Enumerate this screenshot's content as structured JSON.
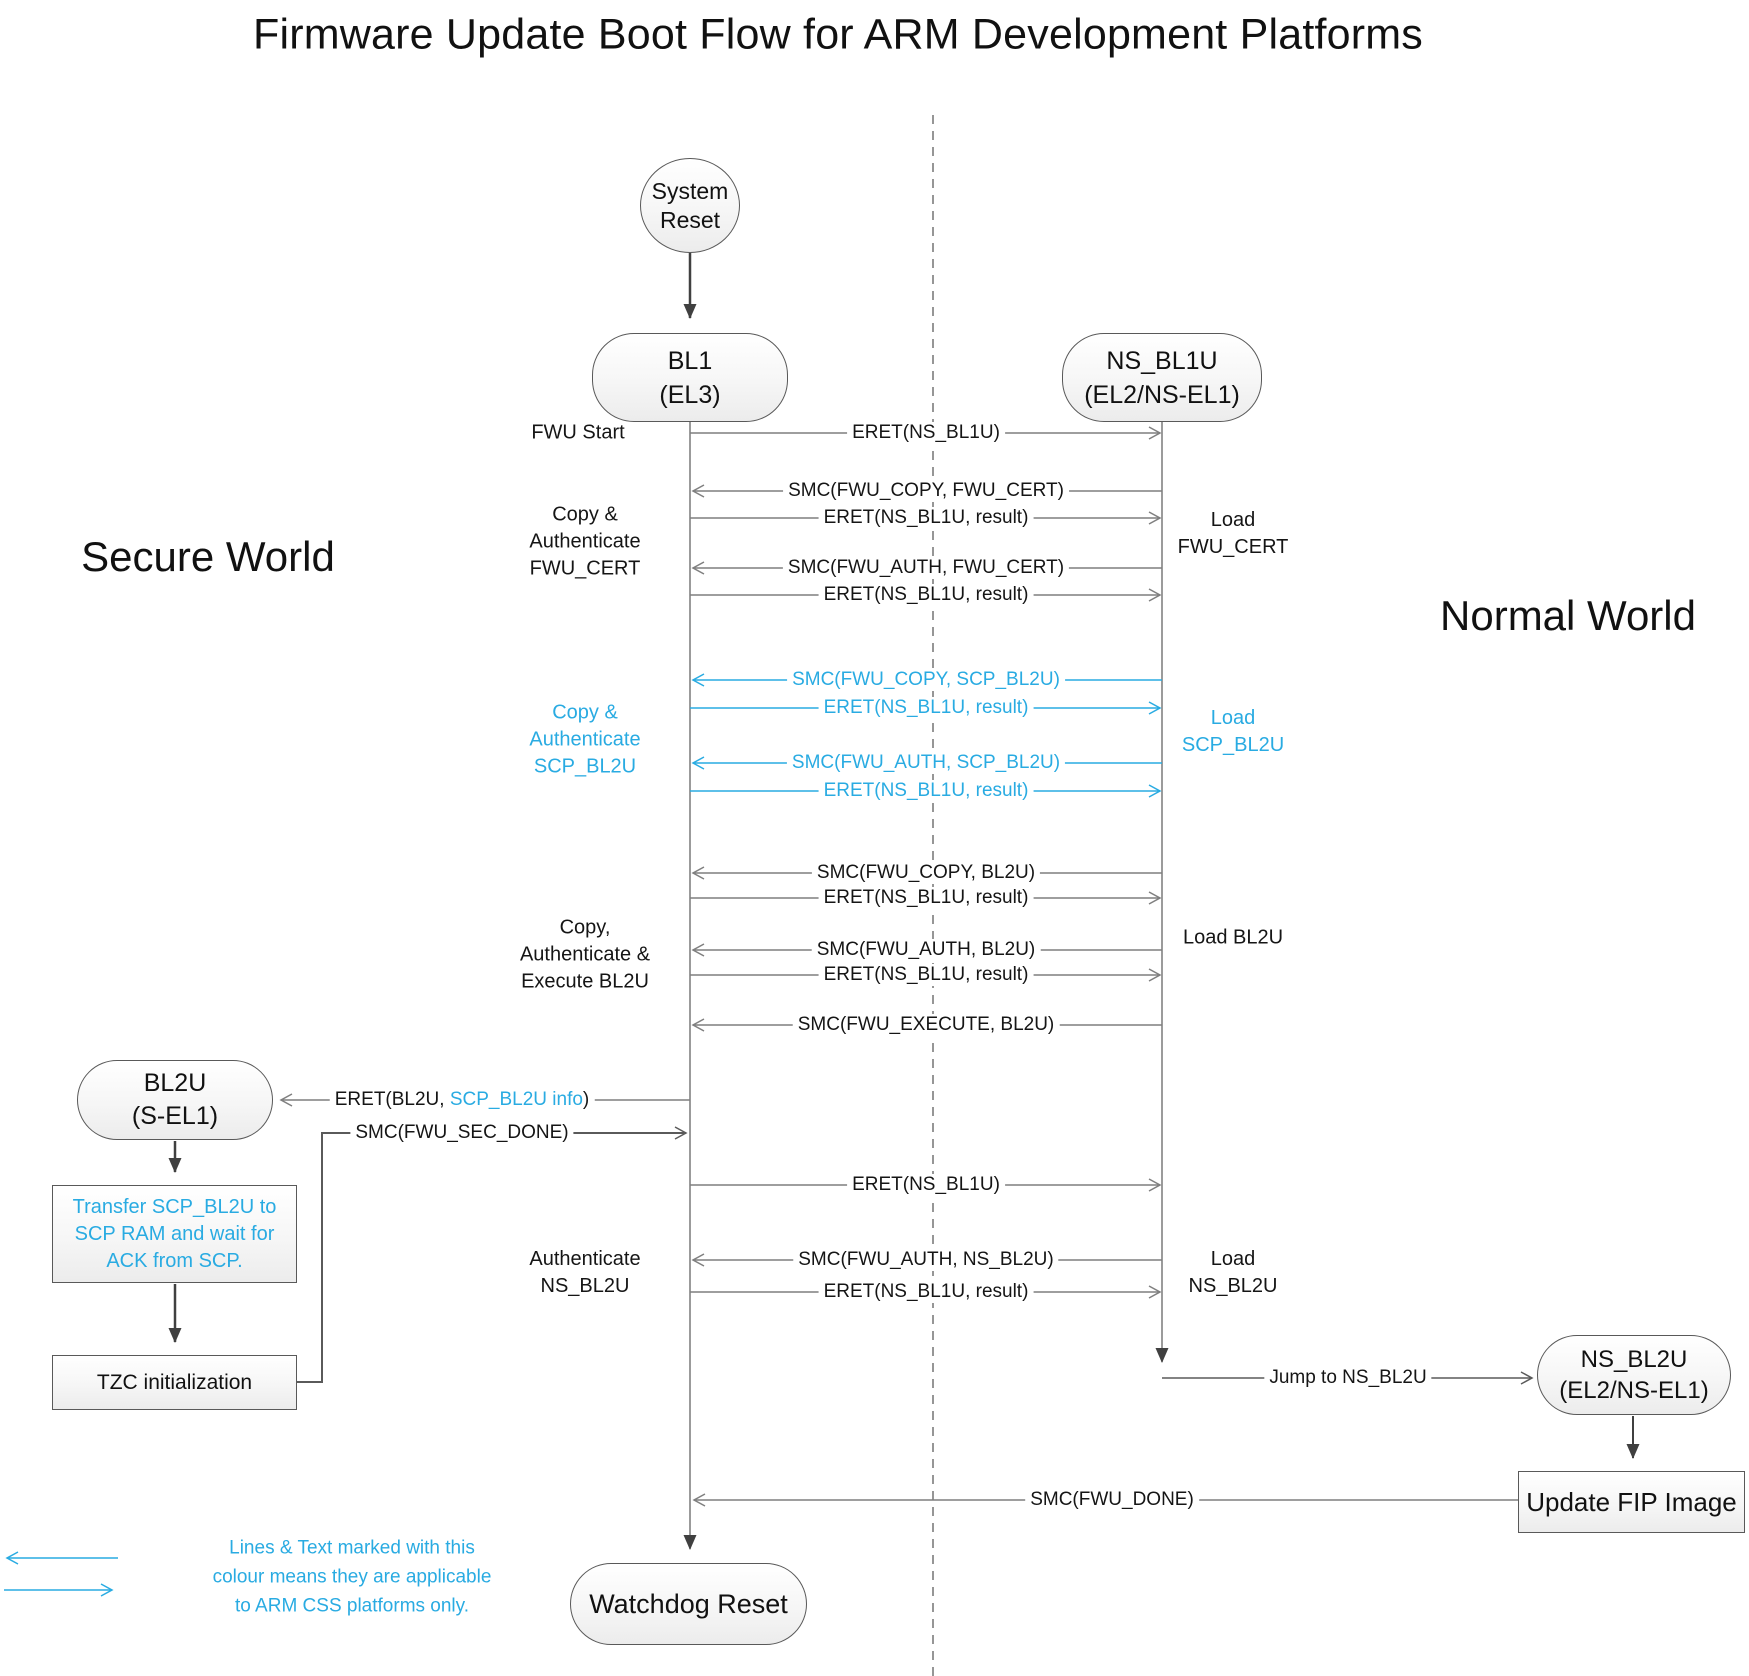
{
  "title": "Firmware Update Boot Flow for ARM Development Platforms",
  "colors": {
    "css_cyan": "#29abe2",
    "line_gray": "#7f7f7f",
    "node_border": "#595959"
  },
  "worlds": {
    "secure_line1": "Secure",
    "secure_line2": "World",
    "normal_line1": "Normal",
    "normal_line2": "World"
  },
  "nodes": {
    "system_reset": {
      "line1": "System",
      "line2": "Reset"
    },
    "bl1": {
      "line1": "BL1",
      "line2": "(EL3)"
    },
    "ns_bl1u": {
      "line1": "NS_BL1U",
      "line2": "(EL2/NS-EL1)"
    },
    "bl2u": {
      "line1": "BL2U",
      "line2": "(S-EL1)"
    },
    "transfer_scp": {
      "line1": "Transfer SCP_BL2U to",
      "line2": "SCP RAM and wait for",
      "line3": "ACK from SCP."
    },
    "tzc": {
      "label": "TZC initialization"
    },
    "ns_bl2u": {
      "line1": "NS_BL2U",
      "line2": "(EL2/NS-EL1)"
    },
    "update_fip": {
      "label": "Update FIP Image"
    },
    "watchdog": {
      "label": "Watchdog Reset"
    }
  },
  "side_labels": {
    "fwu_start": "FWU Start",
    "copy_auth_fwu_cert": {
      "line1": "Copy &",
      "line2": "Authenticate",
      "line3": "FWU_CERT"
    },
    "copy_auth_scp_bl2u": {
      "line1": "Copy &",
      "line2": "Authenticate",
      "line3": "SCP_BL2U"
    },
    "copy_auth_exec_bl2u": {
      "line1": "Copy,",
      "line2": "Authenticate &",
      "line3": "Execute BL2U"
    },
    "auth_ns_bl2u": {
      "line1": "Authenticate",
      "line2": "NS_BL2U"
    },
    "load_fwu_cert": {
      "line1": "Load",
      "line2": "FWU_CERT"
    },
    "load_scp_bl2u": {
      "line1": "Load",
      "line2": "SCP_BL2U"
    },
    "load_bl2u": "Load BL2U",
    "load_ns_bl2u": {
      "line1": "Load",
      "line2": "NS_BL2U"
    }
  },
  "messages": [
    {
      "label": "ERET(NS_BL1U)"
    },
    {
      "label": "SMC(FWU_COPY, FWU_CERT)"
    },
    {
      "label": "ERET(NS_BL1U, result)"
    },
    {
      "label": "SMC(FWU_AUTH, FWU_CERT)"
    },
    {
      "label": "ERET(NS_BL1U, result)"
    },
    {
      "label": "SMC(FWU_COPY, SCP_BL2U)"
    },
    {
      "label": "ERET(NS_BL1U, result)"
    },
    {
      "label": "SMC(FWU_AUTH, SCP_BL2U)"
    },
    {
      "label": "ERET(NS_BL1U, result)"
    },
    {
      "label": "SMC(FWU_COPY, BL2U)"
    },
    {
      "label": "ERET(NS_BL1U, result)"
    },
    {
      "label": "SMC(FWU_AUTH, BL2U)"
    },
    {
      "label": "ERET(NS_BL1U, result)"
    },
    {
      "label": "SMC(FWU_EXECUTE, BL2U)"
    },
    {
      "prefix": "ERET(BL2U, ",
      "highlight": "SCP_BL2U info",
      "suffix": ")"
    },
    {
      "label": "SMC(FWU_SEC_DONE)"
    },
    {
      "label": "ERET(NS_BL1U)"
    },
    {
      "label": "SMC(FWU_AUTH, NS_BL2U)"
    },
    {
      "label": "ERET(NS_BL1U, result)"
    },
    {
      "label": "Jump to NS_BL2U"
    },
    {
      "label": "SMC(FWU_DONE)"
    }
  ],
  "legend": {
    "line1": "Lines & Text marked with this",
    "line2": "colour means they are applicable",
    "line3": "to ARM CSS platforms only."
  }
}
